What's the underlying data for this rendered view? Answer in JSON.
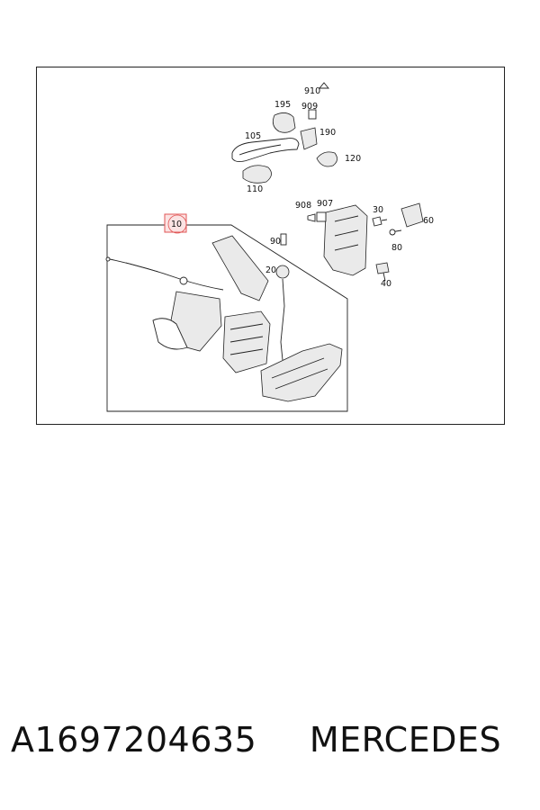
{
  "diagram": {
    "callouts": {
      "p910": "910",
      "p909": "909",
      "p195": "195",
      "p190": "190",
      "p105": "105",
      "p120": "120",
      "p110": "110",
      "p908": "908",
      "p907": "907",
      "p30": "30",
      "p60": "60",
      "p80": "80",
      "p40": "40",
      "p90": "90",
      "p20": "20",
      "p10": "10"
    },
    "highlight_color": "#e05555"
  },
  "caption": {
    "part_number": "A1697204635",
    "brand": "MERCEDES"
  }
}
